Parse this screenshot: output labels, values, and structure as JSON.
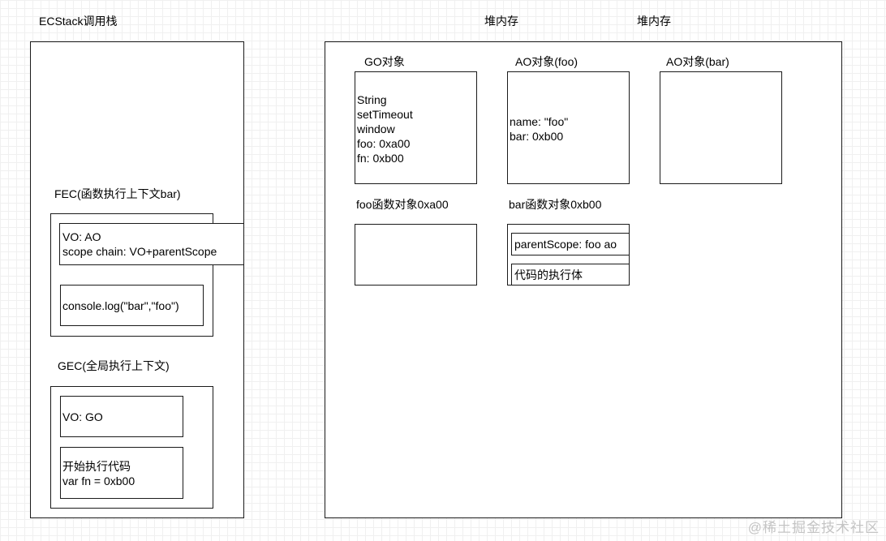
{
  "headers": {
    "stack": "ECStack调用栈",
    "heap1": "堆内存",
    "heap2": "堆内存"
  },
  "fec": {
    "title": "FEC(函数执行上下文bar)",
    "vo_lines": "VO: AO\nscope chain: VO+parentScope",
    "code": "console.log(\"bar\",\"foo\")"
  },
  "gec": {
    "title": "GEC(全局执行上下文)",
    "vo": "VO: GO",
    "code_lines": "开始执行代码\nvar fn = 0xb00"
  },
  "heap": {
    "go_title": "GO对象",
    "go_content": "String\nsetTimeout\nwindow\nfoo: 0xa00\nfn: 0xb00",
    "ao_foo_title": "AO对象(foo)",
    "ao_foo_content": "name: \"foo\"\nbar: 0xb00",
    "ao_bar_title": "AO对象(bar)",
    "foo_fn_title": "foo函数对象0xa00",
    "bar_fn_title": "bar函数对象0xb00",
    "bar_parent_scope": "parentScope: foo ao",
    "bar_code_body": "代码的执行体"
  },
  "watermark": "@稀土掘金技术社区"
}
